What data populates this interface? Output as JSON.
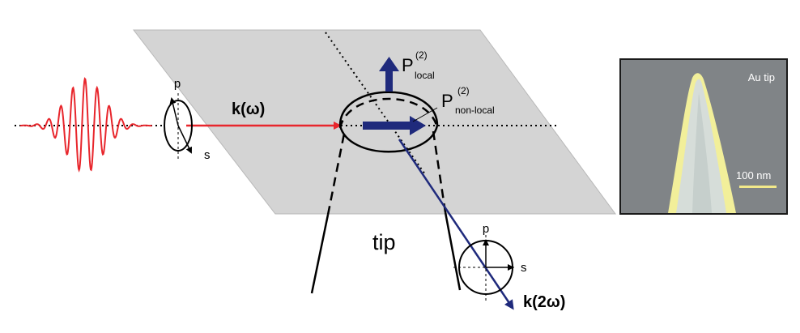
{
  "diagram": {
    "incident_wave_label": "k(ω)",
    "incident_pol_p": "p",
    "incident_pol_s": "s",
    "p_local": {
      "main": "P",
      "sup": "(2)",
      "sub": "local"
    },
    "p_nonlocal": {
      "main": "P",
      "sup": "(2)",
      "sub": "non-local"
    },
    "tip_label": "tip",
    "outgoing_wave_label": "k(2ω)",
    "outgoing_pol_p": "p",
    "outgoing_pol_s": "s"
  },
  "inset": {
    "label": "Au tip",
    "scale_bar_label": "100 nm"
  },
  "colors": {
    "plane": "#d4d4d4",
    "incident_beam": "#e8262c",
    "outgoing_beam": "#1f2a7c",
    "polarization_arrows": "#1f2a7c",
    "inset_background": "#808487",
    "tip_highlight": "#f2ef9a"
  }
}
